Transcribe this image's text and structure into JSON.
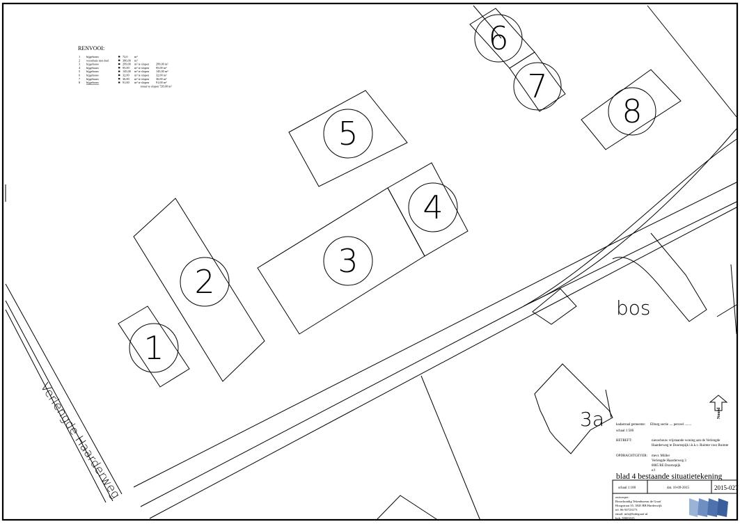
{
  "legend": {
    "title": "RENVOOI:",
    "rows": [
      {
        "num": "1",
        "name": "bijgebouw",
        "area": "72,0",
        "unit": "m²",
        "slope": ""
      },
      {
        "num": "2",
        "name": "woonhuis met deel",
        "area": "306,00",
        "unit": "m²",
        "slope": ""
      },
      {
        "num": "3",
        "name": "bijgebouw",
        "area": "299,00",
        "unit": "m² te slopen",
        "slope": "299,00 m²"
      },
      {
        "num": "4",
        "name": "bijgebouw",
        "area": "95,00",
        "unit": "m² te slopen",
        "slope": "95,00 m²"
      },
      {
        "num": "5",
        "name": "bijgebouw",
        "area": "145,00",
        "unit": "m² te slopen",
        "slope": "145,00 m²"
      },
      {
        "num": "6",
        "name": "bijgebouw",
        "area": "32,00",
        "unit": "m² te slopen",
        "slope": "32,00 m²"
      },
      {
        "num": "7",
        "name": "bijgebouw",
        "area": "36,00",
        "unit": "m² te slopen",
        "slope": "36,00 m²"
      },
      {
        "num": "8",
        "name": "bijgebouw",
        "area": "91,00",
        "unit": "m² te slopen",
        "slope": "91,00 m²"
      }
    ],
    "total": "totaal te slopen 728,00 m²"
  },
  "map": {
    "building_labels": [
      "1",
      "2",
      "3",
      "4",
      "5",
      "6",
      "7",
      "8"
    ],
    "neighbor_label": "3a",
    "area_label": "bos",
    "road_label": "Verlengde Haarderweg",
    "north_label": "Noord"
  },
  "title_block": {
    "cadastral_label": "kadastraal gemeente:",
    "cadastral_value": "Elburg  sectie  ....  perceel  ........",
    "scale_note": "schaal 1:500",
    "subject_label": "BETREFT:",
    "subject_line1": "nieuwbouw vrijstaande woning aan de Verlengde",
    "subject_line2": "Haarderweg te Doornspijk i.h.k.v. Ruimte voor Ruimte",
    "client_label": "OPDRACHTGEVER:",
    "client_line1": "mevr. Müller",
    "client_line2": "Verlengde Haarderweg 3",
    "client_line3": "8085 RE Doornspijk",
    "client_line4": "e/l",
    "sheet_title": "blad 4 bestaande situatietekening",
    "scale": "schaal 1:100",
    "date": "dat. 10-09-2015",
    "project_no": "2015-027",
    "architect_label": "ontwerper:",
    "architect_line1": "Bouwkundig Tekenbureau de Graaf",
    "architect_line2": "Hoogstraat 35, 3845 BB Harderwijk",
    "architect_line3": "tel. 06-50723173",
    "architect_line4": "email: info@btdegraaf.nl",
    "architect_line5": "kvk. 59003525"
  },
  "colors": {
    "line": "#000000",
    "logo_dark": "#3a5f9c",
    "logo_light": "#9bb3d6"
  }
}
